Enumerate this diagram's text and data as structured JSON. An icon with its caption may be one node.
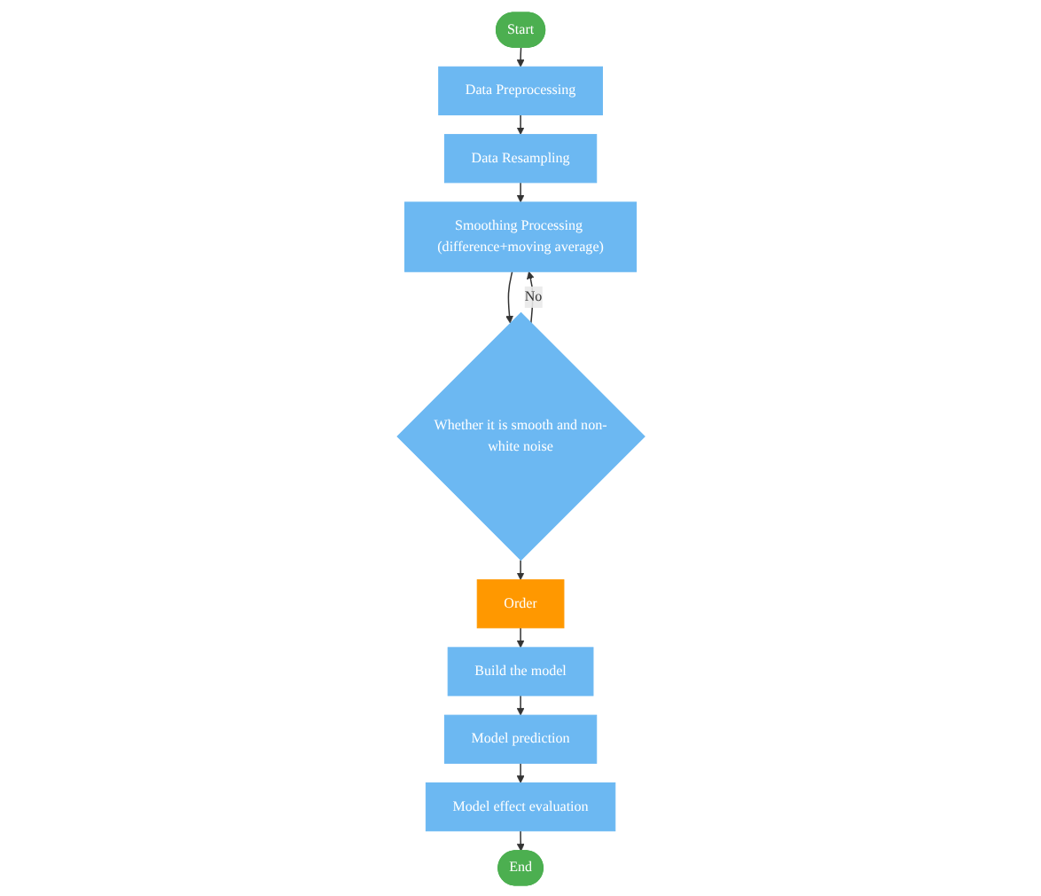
{
  "diagram": {
    "nodes": [
      {
        "text": [
          "Start"
        ]
      },
      {
        "text": [
          "Data Preprocessing"
        ]
      },
      {
        "text": [
          "Data Resampling"
        ]
      },
      {
        "text": [
          "Smoothing Processing (difference+moving average)"
        ]
      },
      {
        "text": [
          "Whether it is smooth and non-white noise"
        ]
      },
      {
        "text": [
          "Order"
        ]
      },
      {
        "text": [
          "Build the model"
        ]
      },
      {
        "text": [
          "Model prediction"
        ]
      },
      {
        "text": [
          "Model effect evaluation"
        ]
      },
      {
        "text": [
          "End"
        ]
      }
    ],
    "edges": [
      {
        "from": 0,
        "to": 1,
        "arrow": "to"
      },
      {
        "from": 1,
        "to": 2,
        "arrow": "to"
      },
      {
        "from": 2,
        "to": 3,
        "arrow": "to"
      },
      {
        "from": 3,
        "to": 4,
        "arrow": "to"
      },
      {
        "from": 4,
        "to": 3,
        "arrow": "to",
        "label": "No"
      },
      {
        "from": 4,
        "to": 5,
        "arrow": "to"
      },
      {
        "from": 5,
        "to": 6,
        "arrow": "to"
      },
      {
        "from": 6,
        "to": 7,
        "arrow": "to"
      },
      {
        "from": 7,
        "to": 8,
        "arrow": "to"
      },
      {
        "from": 8,
        "to": 9,
        "arrow": "to"
      }
    ]
  }
}
